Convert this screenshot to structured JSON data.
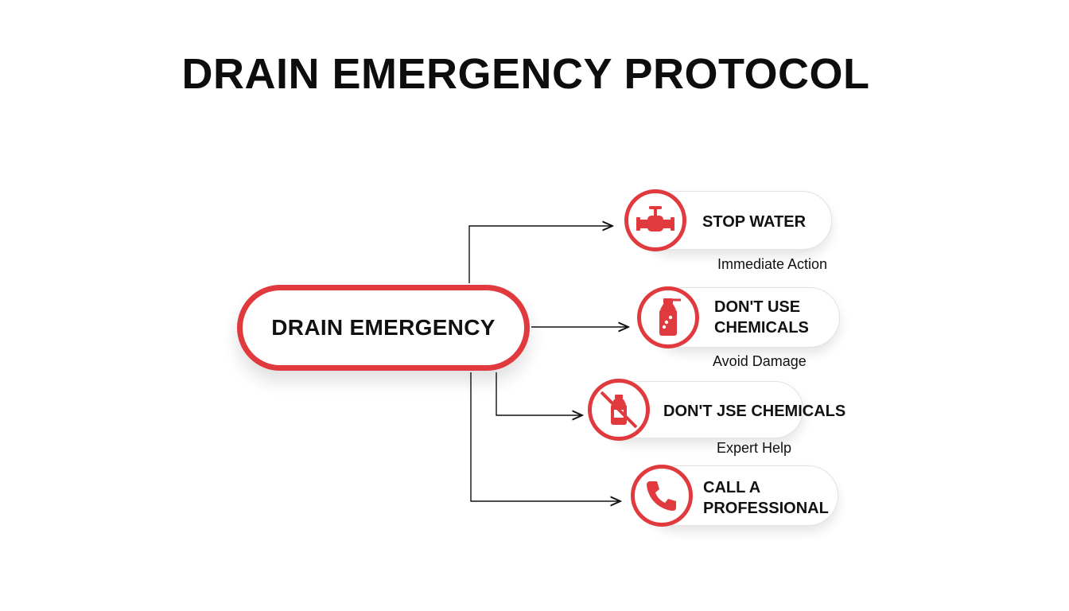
{
  "title": "DRAIN EMERGENCY PROTOCOL",
  "hub": {
    "label": "DRAIN EMERGENCY"
  },
  "accent_color": "#e03a3e",
  "steps": [
    {
      "line1": "STOP WATER",
      "line2": "",
      "sub": "Immediate Action",
      "icon": "valve-icon"
    },
    {
      "line1": "DON'T USE",
      "line2": "CHEMICALS",
      "sub": "Avoid Damage",
      "icon": "chemical-bottle-icon"
    },
    {
      "line1": "DON'T JSE CHEMICALS",
      "line2": "",
      "sub": "Expert Help",
      "icon": "no-chemicals-icon"
    },
    {
      "line1": "CALL A",
      "line2": "PROFESSIONAL",
      "sub": "",
      "icon": "phone-icon"
    }
  ]
}
